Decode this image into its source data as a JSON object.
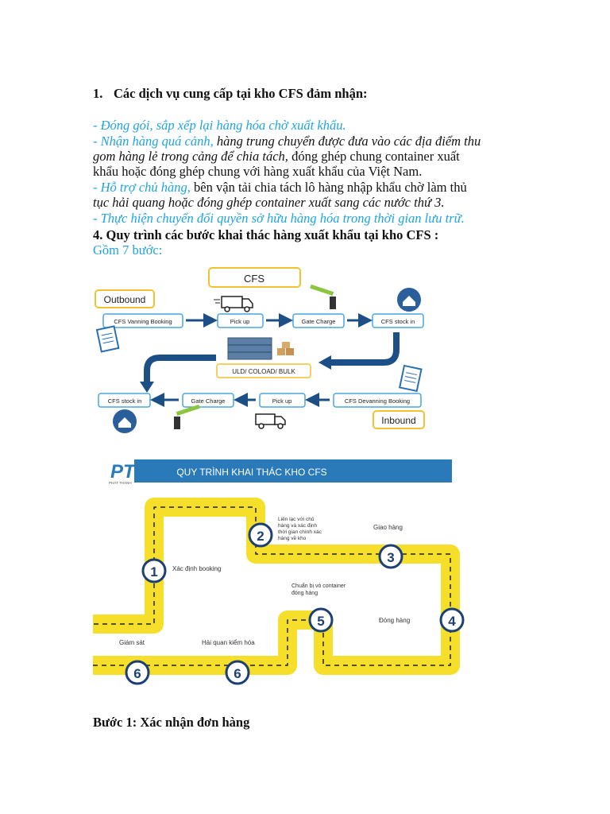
{
  "section1": {
    "number": "1.",
    "heading": "Các dịch vụ cung cấp tại kho CFS đảm nhận:"
  },
  "services": {
    "item1": "- Đóng gói,  sắp xếp lại hàng hóa chờ xuất khẩu.",
    "item2_lead": "- Nhận hàng quá cảnh,",
    "item2_rest1": " hàng trung chuyển được đưa vào các địa điểm thu",
    "item2_line2": "gom hàng lẻ trong cảng để chia tách,",
    "item2_line2b": " đóng ghép chung container xuất",
    "item2_line3": "khẩu hoặc đóng ghép chung với hàng xuất khẩu của Việt Nam.",
    "item3_lead": "- Hỗ trợ chủ hàng,",
    "item3_rest1": " bên vận tải chia tách lô hàng nhập khẩu chờ làm thủ",
    "item3_line2": "tục hải quang hoặc đóng ghép container xuất sang các nước thứ 3.",
    "item4": "- Thực hiện chuyển đối quyền sở hữu hàng hóa trong thời gian lưu trữ."
  },
  "section4": {
    "heading": "4. Quy trình các bước khai thác hàng xuất khẩu tại kho CFS :",
    "subheading": "Gồm 7 bước:"
  },
  "diagram1": {
    "title": "CFS",
    "outbound": "Outbound",
    "inbound": "Inbound",
    "top_row": [
      "CFS Vanning Booking",
      "Pick up",
      "Gate Charge",
      "CFS stock in"
    ],
    "bottom_row": [
      "CFS stock in",
      "Gate Charge",
      "Pick up",
      "CFS Devanning Booking"
    ],
    "center": "ULD/ COLOAD/ BULK"
  },
  "diagram2": {
    "logo": "PT",
    "logo_sub": "PHÁT THÀNH",
    "banner": "QUY TRÌNH KHAI THÁC KHO CFS",
    "steps": [
      {
        "num": "1",
        "label": "Xác định booking"
      },
      {
        "num": "2",
        "label": "Liên lạc với chủ hàng và xác định thời gian chính xác hàng về kho"
      },
      {
        "num": "3",
        "label": "Giao hàng"
      },
      {
        "num": "4",
        "label": "Đóng hàng"
      },
      {
        "num": "5",
        "label": "Chuẩn bị vỏ container đóng hàng"
      },
      {
        "num": "6",
        "label": "Hải quan kiểm hóa"
      },
      {
        "num": "6",
        "label": "Giám sát"
      }
    ],
    "step2_lines": [
      "Liên  lạc  với  chủ",
      "hàng  và  xác  định",
      "thời gian chính xác",
      "hàng về kho"
    ],
    "step5_lines": [
      "Chuẩn bị vỏ container",
      "đóng hàng"
    ],
    "colors": {
      "road": "#f6df2a",
      "banner": "#2a79b9",
      "circle_border": "#1d3f73"
    }
  },
  "step1_heading": "Bước 1: Xác nhận đơn hàng"
}
